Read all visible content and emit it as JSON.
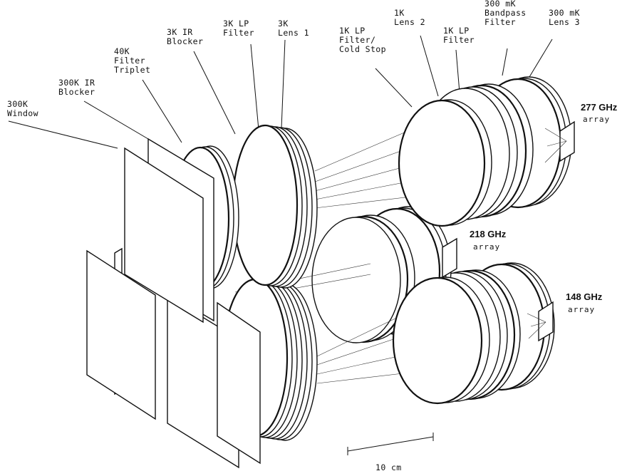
{
  "labels": {
    "window_300k": [
      "300K",
      "Window"
    ],
    "ir_blocker_300k": [
      "300K IR",
      "Blocker"
    ],
    "filter_triplet_40k": [
      "40K",
      "Filter",
      "Triplet"
    ],
    "ir_blocker_3k": [
      "3K IR",
      "Blocker"
    ],
    "lp_filter_3k": [
      "3K LP",
      "Filter"
    ],
    "lens1_3k": [
      "3K",
      "Lens 1"
    ],
    "lp_filter_cold_stop_1k": [
      "1K LP",
      "Filter/",
      "Cold Stop"
    ],
    "lens2_1k": [
      "1K",
      "Lens 2"
    ],
    "lp_filter_1k": [
      "1K LP",
      "Filter"
    ],
    "bandpass_300mk": [
      "300 mK",
      "Bandpass",
      "Filter"
    ],
    "lens3_300mk": [
      "300 mK",
      "Lens 3"
    ]
  },
  "arrays": [
    {
      "freq": "277 GHz",
      "word": "array"
    },
    {
      "freq": "218 GHz",
      "word": "array"
    },
    {
      "freq": "148 GHz",
      "word": "array"
    }
  ],
  "scale_bar": {
    "label": "10 cm"
  }
}
